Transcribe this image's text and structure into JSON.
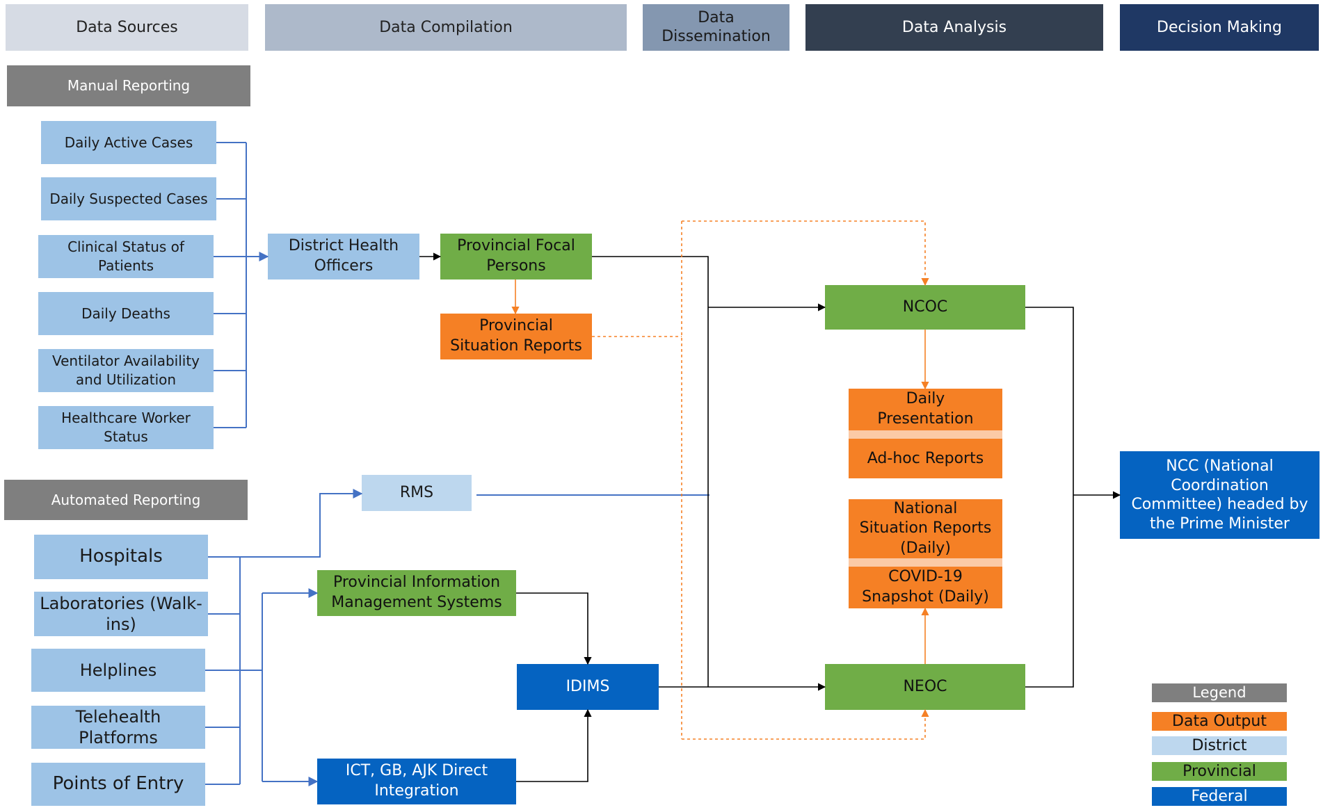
{
  "headers": {
    "data_sources": "Data Sources",
    "data_compilation": "Data Compilation",
    "data_dissemination_line1": "Data",
    "data_dissemination_line2": "Dissemination",
    "data_analysis": "Data Analysis",
    "decision_making": "Decision Making"
  },
  "manual": {
    "title": "Manual Reporting",
    "items": [
      [
        "Daily Active Cases"
      ],
      [
        "Daily Suspected Cases"
      ],
      [
        "Clinical Status of",
        "Patients"
      ],
      [
        "Daily Deaths"
      ],
      [
        "Ventilator Availability",
        "and Utilization"
      ],
      [
        "Healthcare Worker",
        "Status"
      ]
    ]
  },
  "automated": {
    "title": "Automated Reporting",
    "items": [
      [
        "Hospitals"
      ],
      [
        "Laboratories (Walk-",
        "ins)"
      ],
      [
        "Helplines"
      ],
      [
        "Telehealth",
        "Platforms"
      ],
      [
        "Points of Entry"
      ]
    ]
  },
  "nodes": {
    "dho": [
      "District Health",
      "Officers"
    ],
    "pfp": [
      "Provincial Focal",
      "Persons"
    ],
    "psr": [
      "Provincial",
      "Situation Reports"
    ],
    "rms": "RMS",
    "pims": [
      "Provincial Information",
      "Management Systems"
    ],
    "idims": "IDIMS",
    "ict": [
      "ICT, GB, AJK Direct",
      "Integration"
    ],
    "ncoc": "NCOC",
    "neoc": "NEOC",
    "daily_presentation": [
      "Daily",
      "Presentation"
    ],
    "adhoc": "Ad-hoc Reports",
    "nsr": [
      "National",
      "Situation Reports",
      "(Daily)"
    ],
    "covid": [
      "COVID-19",
      "Snapshot (Daily)"
    ],
    "ncc": [
      "NCC (National",
      "Coordination",
      "Committee) headed by",
      "the Prime Minister"
    ]
  },
  "legend": {
    "title": "Legend",
    "items": [
      {
        "label": "Data Output",
        "color": "#f58025"
      },
      {
        "label": "District",
        "color": "#bdd7ee"
      },
      {
        "label": "Provincial",
        "color": "#70ad47"
      },
      {
        "label": "Federal",
        "color": "#0563c1"
      }
    ]
  },
  "colors": {
    "district": "#9dc3e6",
    "district_light": "#bdd7ee",
    "provincial": "#70ad47",
    "output": "#f58025",
    "federal": "#0563c1",
    "connector_blue": "#4472c4",
    "connector_black": "#000000",
    "connector_orange": "#f58025"
  }
}
